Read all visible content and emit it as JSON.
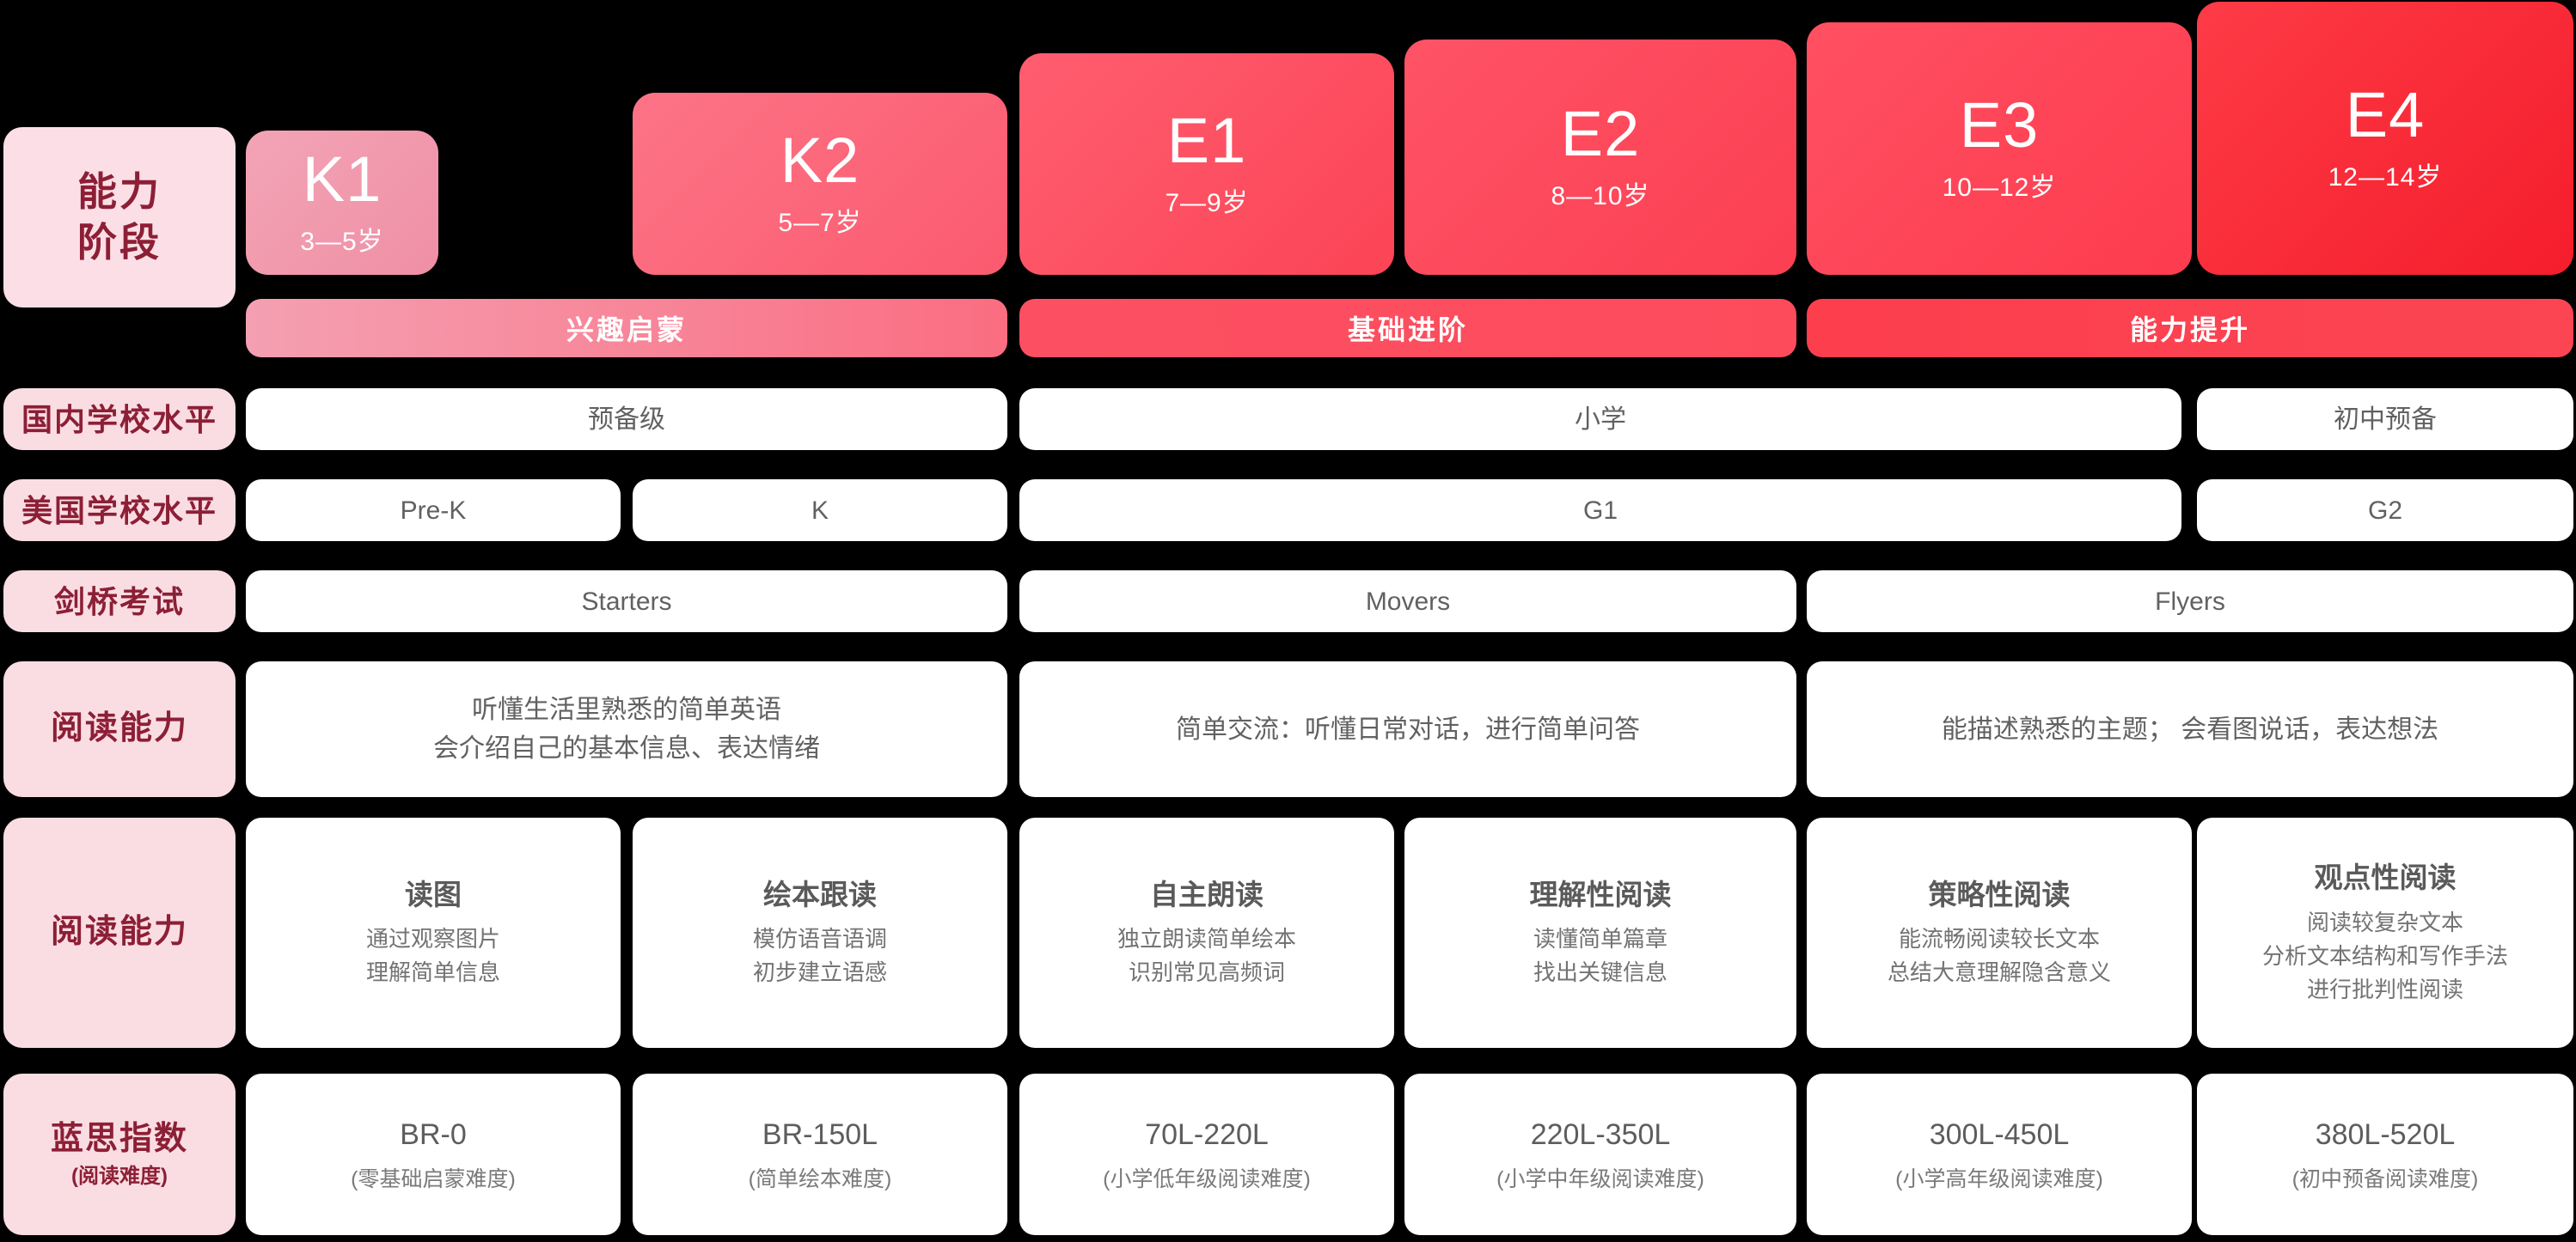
{
  "theme": {
    "background": "#000000",
    "label_bg": "#fadde2",
    "label_text": "#8c1f36",
    "corner_bg": "#fcdfe6",
    "cell_bg": "#ffffff",
    "cell_text": "#616161",
    "stage_colors": [
      "#f19cb0",
      "#fb6276",
      "#fc5565",
      "#fd4a5b",
      "#fe4355",
      "#fa2b3a"
    ],
    "group_colors": [
      "#f58da3",
      "#fb5567",
      "#fb424f"
    ]
  },
  "corner": {
    "line1": "能力",
    "line2": "阶段"
  },
  "stages": [
    {
      "code": "K1",
      "age": "3—5岁"
    },
    {
      "code": "K2",
      "age": "5—7岁"
    },
    {
      "code": "E1",
      "age": "7—9岁"
    },
    {
      "code": "E2",
      "age": "8—10岁"
    },
    {
      "code": "E3",
      "age": "10—12岁"
    },
    {
      "code": "E4",
      "age": "12—14岁"
    }
  ],
  "groups": [
    {
      "label": "兴趣启蒙"
    },
    {
      "label": "基础进阶"
    },
    {
      "label": "能力提升"
    }
  ],
  "rows": {
    "domestic_school": {
      "label": "国内学校水平",
      "cells": [
        "预备级",
        "小学",
        "初中预备"
      ]
    },
    "us_school": {
      "label": "美国学校水平",
      "cells": [
        "Pre-K",
        "K",
        "G1",
        "G2"
      ]
    },
    "cambridge": {
      "label": "剑桥考试",
      "cells": [
        "Starters",
        "Movers",
        "Flyers"
      ]
    },
    "reading_ability_a": {
      "label": "阅读能力",
      "cells": [
        "听懂生活里熟悉的简单英语\n会介绍自己的基本信息、表达情绪",
        "简单交流：听懂日常对话，进行简单问答",
        "能描述熟悉的主题； 会看图说话，表达想法"
      ]
    },
    "reading_ability_b": {
      "label": "阅读能力",
      "cells": [
        {
          "title": "读图",
          "desc": "通过观察图片\n理解简单信息"
        },
        {
          "title": "绘本跟读",
          "desc": "模仿语音语调\n初步建立语感"
        },
        {
          "title": "自主朗读",
          "desc": "独立朗读简单绘本\n识别常见高频词"
        },
        {
          "title": "理解性阅读",
          "desc": "读懂简单篇章\n找出关键信息"
        },
        {
          "title": "策略性阅读",
          "desc": "能流畅阅读较长文本\n总结大意理解隐含意义"
        },
        {
          "title": "观点性阅读",
          "desc": "阅读较复杂文本\n分析文本结构和写作手法\n进行批判性阅读"
        }
      ]
    },
    "lexile": {
      "label": "蓝思指数",
      "sublabel": "(阅读难度)",
      "cells": [
        {
          "value": "BR-0",
          "note": "(零基础启蒙难度)"
        },
        {
          "value": "BR-150L",
          "note": "(简单绘本难度)"
        },
        {
          "value": "70L-220L",
          "note": "(小学低年级阅读难度)"
        },
        {
          "value": "220L-350L",
          "note": "(小学中年级阅读难度)"
        },
        {
          "value": "300L-450L",
          "note": "(小学高年级阅读难度)"
        },
        {
          "value": "380L-520L",
          "note": "(初中预备阅读难度)"
        }
      ]
    }
  }
}
